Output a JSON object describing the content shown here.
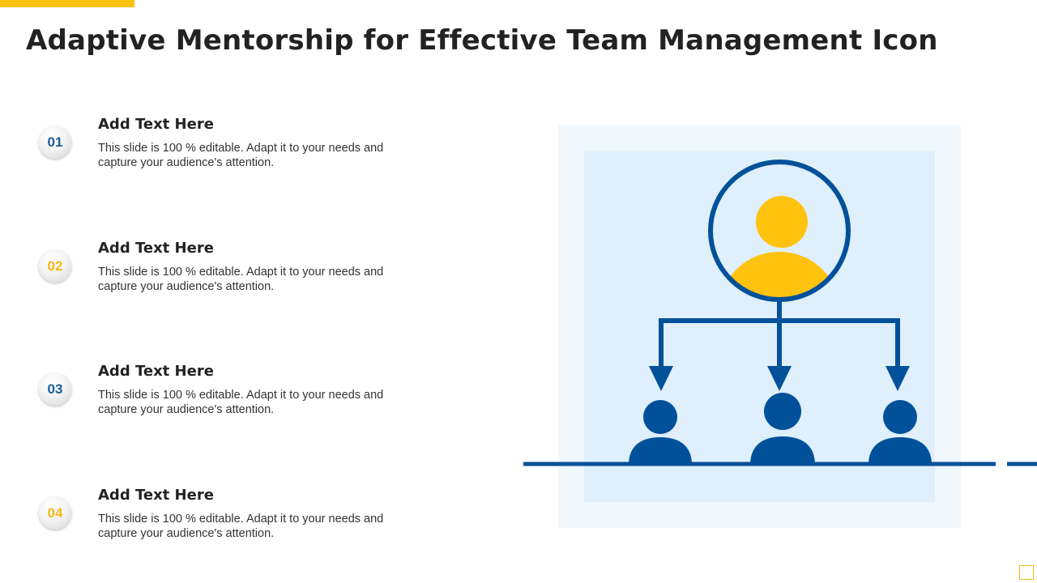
{
  "slide": {
    "title": "Adaptive Mentorship for Effective Team Management Icon"
  },
  "items": [
    {
      "number": "01",
      "heading": "Add Text Here",
      "text": "This slide is 100 % editable. Adapt it to your needs and capture your audience's attention."
    },
    {
      "number": "02",
      "heading": "Add Text Here",
      "text": "This slide is 100 % editable. Adapt it to your needs and capture your audience's attention."
    },
    {
      "number": "03",
      "heading": "Add Text Here",
      "text": "This slide is 100 % editable. Adapt it to your needs and capture your audience's attention."
    },
    {
      "number": "04",
      "heading": "Add Text Here",
      "text": "This slide is 100 % editable. Adapt it to your needs and capture your audience's attention."
    }
  ],
  "colors": {
    "accent_yellow": "#FFC20E",
    "primary_blue": "#00519A",
    "panel_outer": "#F0F7FD",
    "panel_inner": "#DFEFFB",
    "heading_text": "#222222",
    "body_text": "#333333"
  },
  "illustration": {
    "icon": "mentor-team-hierarchy-icon"
  }
}
